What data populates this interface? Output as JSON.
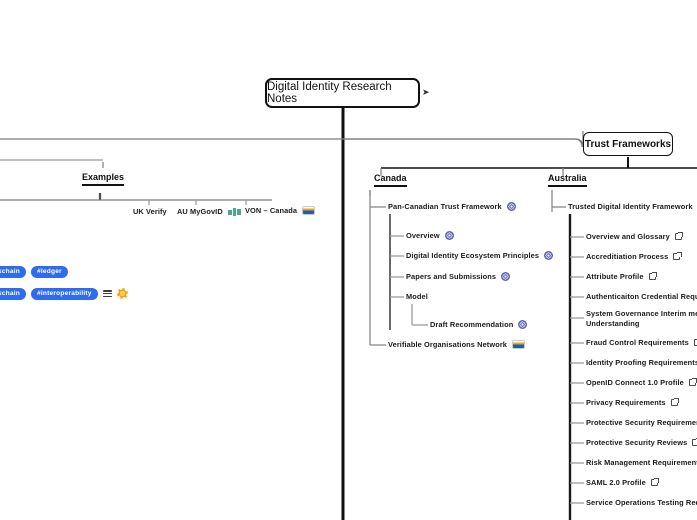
{
  "root": {
    "label": "Digital Identity Research Notes",
    "collapse_icon": "collapse-arrow-icon"
  },
  "branches": {
    "trust_frameworks": {
      "label": "Trust Frameworks",
      "groups": [
        {
          "name": "Canada",
          "label": "Canada",
          "items": [
            {
              "label": "Pan-Canadian Trust Framework",
              "icon": "wheel-icon",
              "children": [
                {
                  "label": "Overview",
                  "icon": "wheel-icon"
                },
                {
                  "label": "Digital Identity Ecosystem Principles",
                  "icon": "wheel-icon"
                },
                {
                  "label": "Papers and Submissions",
                  "icon": "wheel-icon"
                },
                {
                  "label": "Model",
                  "icon": "",
                  "children": [
                    {
                      "label": "Draft Recommendation",
                      "icon": "wheel-icon"
                    }
                  ]
                }
              ]
            },
            {
              "label": "Verifiable Organisations Network",
              "icon": "sunrise-icon"
            }
          ]
        },
        {
          "name": "Australia",
          "label": "Australia",
          "items": [
            {
              "label": "Trusted Digital Identity Framework",
              "icon": "dta-icon",
              "children": [
                {
                  "label": "Overview and Glossary",
                  "icon": "external-link-icon"
                },
                {
                  "label": "Accreditiation Process",
                  "icon": "external-link-icon"
                },
                {
                  "label": "Attribute Profile",
                  "icon": "external-link-icon"
                },
                {
                  "label": "Authenticaiton Credential Requirements",
                  "icon": ""
                },
                {
                  "label": "System Governance Interim memorandum of Understanding",
                  "icon": ""
                },
                {
                  "label": "Fraud Control Requirements",
                  "icon": "external-link-icon"
                },
                {
                  "label": "Identity Proofing Requirements",
                  "icon": ""
                },
                {
                  "label": "OpenID Connect 1.0 Profile",
                  "icon": "external-link-icon"
                },
                {
                  "label": "Privacy Requirements",
                  "icon": "external-link-icon"
                },
                {
                  "label": "Protective Security Requirements",
                  "icon": "external-link-icon"
                },
                {
                  "label": "Protective Security Reviews",
                  "icon": "external-link-icon"
                },
                {
                  "label": "Risk Management Requirements",
                  "icon": "external-link-icon"
                },
                {
                  "label": "SAML 2.0 Profile",
                  "icon": "external-link-icon"
                },
                {
                  "label": "Service Operations Testing Requirements",
                  "icon": ""
                }
              ]
            }
          ]
        }
      ]
    },
    "examples": {
      "label": "Examples",
      "items": [
        {
          "label": "UK Verify",
          "icon": ""
        },
        {
          "label": "AU MyGovID",
          "icon": "dta-icon"
        },
        {
          "label": "VON – Canada",
          "icon": "sunrise-icon"
        }
      ]
    }
  },
  "tags": {
    "row_one": [
      "ckchain",
      "#ledger"
    ],
    "row_two": [
      "ckchain",
      "#interoperability"
    ],
    "row_two_icons": [
      "menu-icon",
      "sun-icon"
    ],
    "color": "#2f6bf2"
  }
}
